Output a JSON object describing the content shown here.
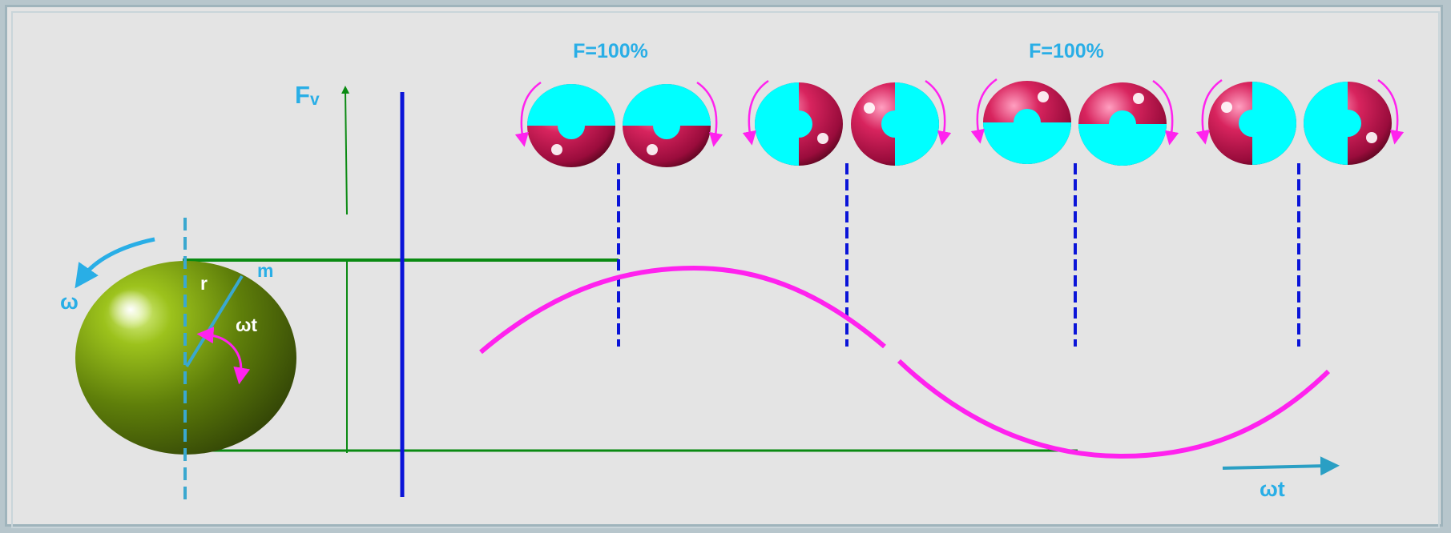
{
  "labels": {
    "force_top_1": "F=100%",
    "force_top_2": "F=100%",
    "force_axis_F": "F",
    "force_axis_sub": "v",
    "omega": "ω",
    "radius": "r",
    "mass": "m",
    "omega_t_ball": "ωt",
    "omega_t_axis": "ωt"
  },
  "colors": {
    "background": "#e4e4e4",
    "label_blue": "#29aee6",
    "curve_magenta": "#ff22ee",
    "guide_green": "#0a8a12",
    "axis_blue": "#0a14d8",
    "rotor_cyan": "#00ffff",
    "rotor_crimson": "#b8124a",
    "ball_green": "#6f8f10"
  },
  "rotors": {
    "count": 8,
    "rotation_arrows": [
      "ccw",
      "cw",
      "ccw",
      "cw",
      "ccw",
      "cw",
      "ccw",
      "cw"
    ]
  }
}
